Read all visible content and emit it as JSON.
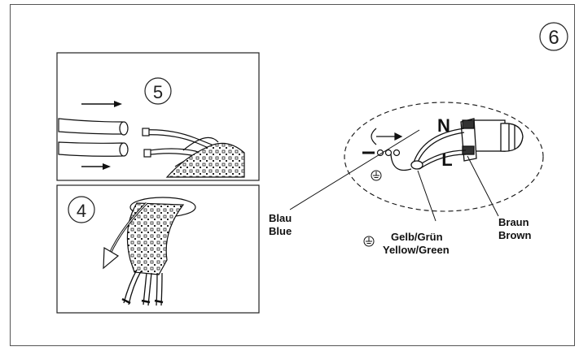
{
  "step_badge": "6",
  "panel_top": {
    "step": "5"
  },
  "panel_bottom": {
    "step": "4"
  },
  "terminals": {
    "neutral": "N",
    "live": "L"
  },
  "wire_labels": {
    "blue_de": "Blau",
    "blue_en": "Blue",
    "earth_de": "Gelb/Grün",
    "earth_en": "Yellow/Green",
    "brown_de": "Braun",
    "brown_en": "Brown"
  }
}
